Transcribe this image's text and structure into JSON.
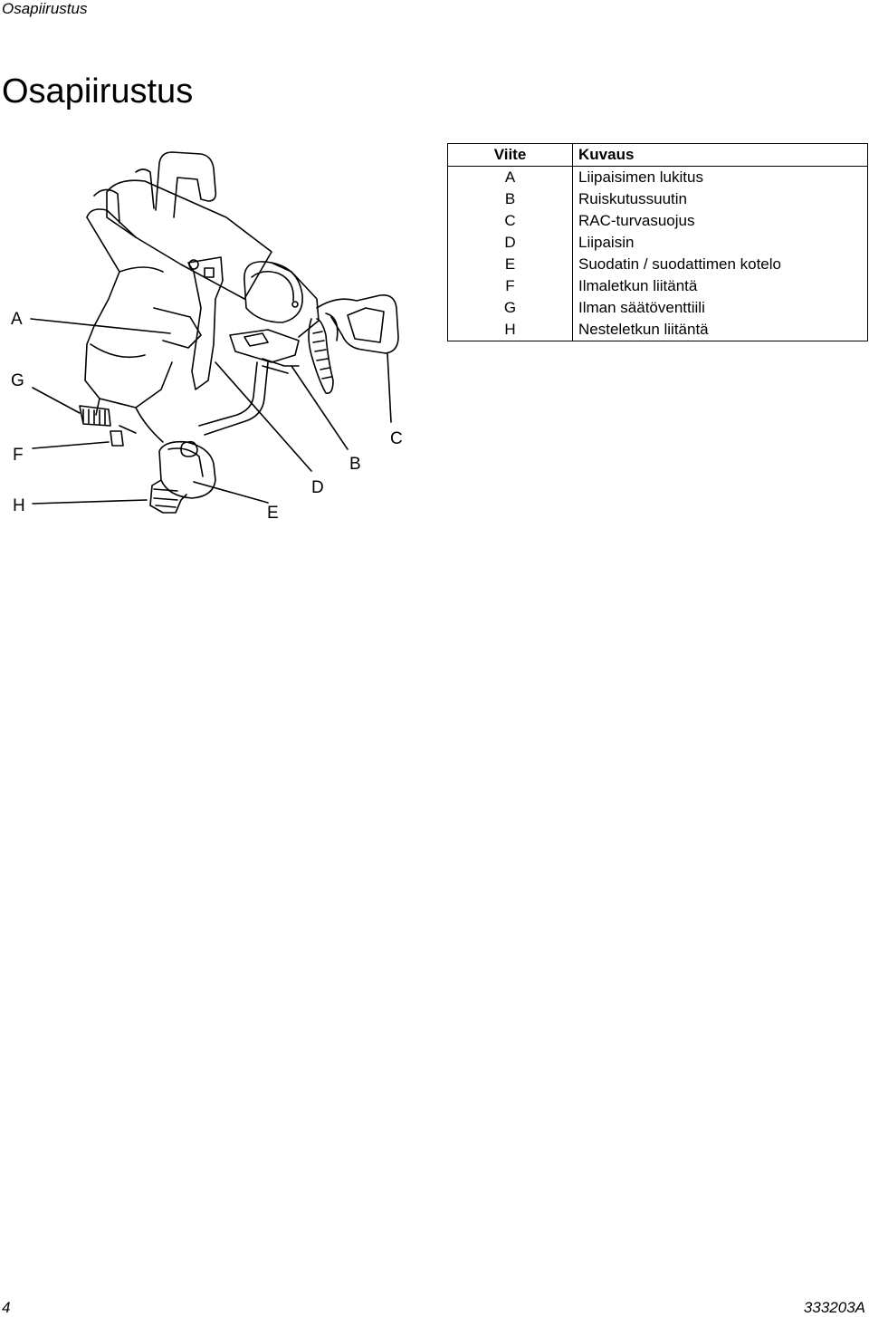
{
  "header": {
    "running_title": "Osapiirustus"
  },
  "page_title": "Osapiirustus",
  "parts_table": {
    "headers": {
      "ref": "Viite",
      "description": "Kuvaus"
    },
    "rows": [
      {
        "ref": "A",
        "description": "Liipaisimen lukitus"
      },
      {
        "ref": "B",
        "description": "Ruiskutussuutin"
      },
      {
        "ref": "C",
        "description": "RAC-turvasuojus"
      },
      {
        "ref": "D",
        "description": "Liipaisin"
      },
      {
        "ref": "E",
        "description": "Suodatin / suodattimen kotelo"
      },
      {
        "ref": "F",
        "description": "Ilmaletkun liitäntä"
      },
      {
        "ref": "G",
        "description": "Ilman säätöventtiili"
      },
      {
        "ref": "H",
        "description": "Nesteletkun liitäntä"
      }
    ]
  },
  "callouts": {
    "a": "A",
    "g": "G",
    "f": "F",
    "h": "H",
    "e": "E",
    "d": "D",
    "b": "B",
    "c": "C"
  },
  "footer": {
    "page_number": "4",
    "doc_number": "333203A"
  }
}
